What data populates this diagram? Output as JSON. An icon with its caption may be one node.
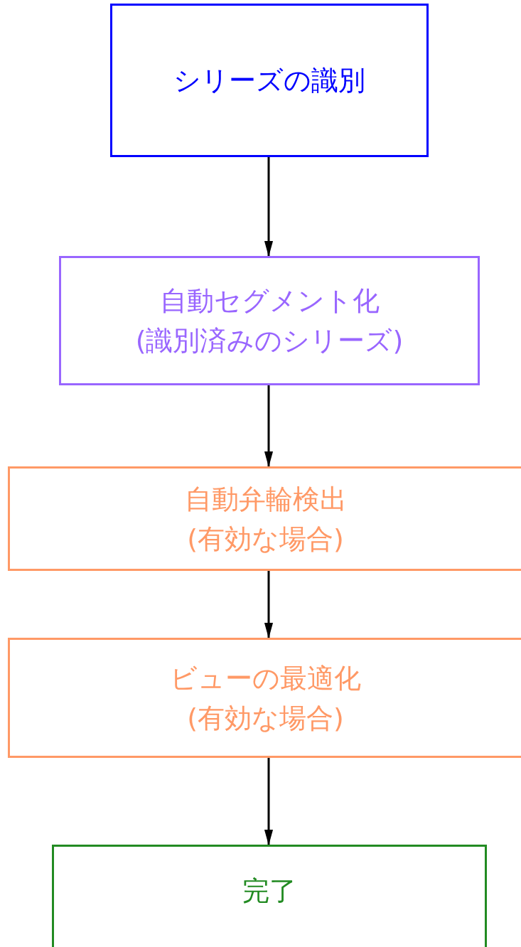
{
  "diagram": {
    "nodes": [
      {
        "text": [
          "シリーズの識別"
        ]
      },
      {
        "text": [
          "自動セグメント化",
          "(識別済みのシリーズ)"
        ]
      },
      {
        "text": [
          "自動弁輪検出",
          "(有効な場合)"
        ]
      },
      {
        "text": [
          "ビューの最適化",
          "(有効な場合)"
        ]
      },
      {
        "text": [
          "完了"
        ]
      }
    ],
    "edges": [
      {
        "from": 0,
        "to": 1,
        "arrow": "to"
      },
      {
        "from": 1,
        "to": 2,
        "arrow": "to"
      },
      {
        "from": 2,
        "to": 3,
        "arrow": "to"
      },
      {
        "from": 3,
        "to": 4,
        "arrow": "to"
      }
    ]
  }
}
